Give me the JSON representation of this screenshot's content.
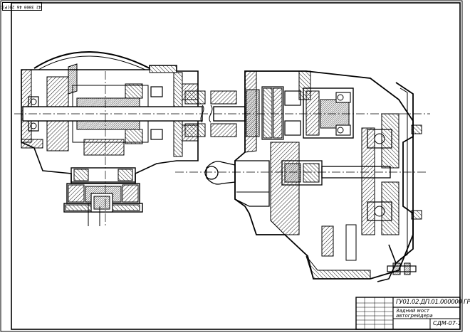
{
  "drawing": {
    "corner_stamp": "42 3000 46 20(Р)1 1",
    "designation": "ГУ01.02.ДП.01.000000 ГР",
    "title_line1": "Задний мост",
    "title_line2": "автогрейдера",
    "org_code": "СДМ-07-1"
  },
  "colors": {
    "line": "#000000",
    "paper": "#ffffff"
  }
}
